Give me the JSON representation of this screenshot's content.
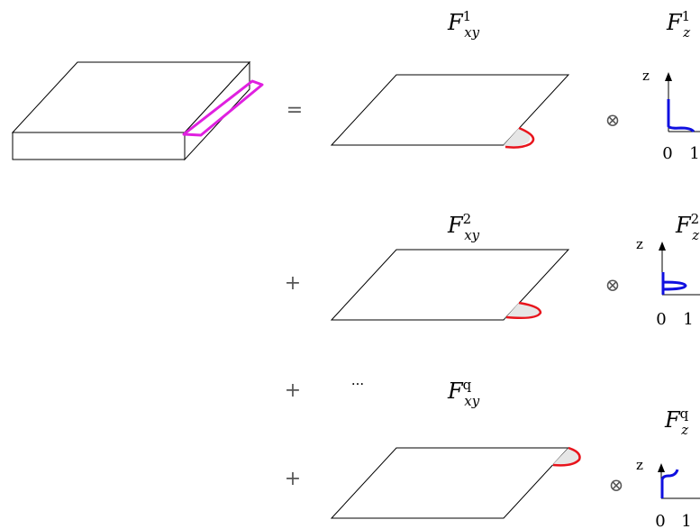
{
  "operators": {
    "equals": "=",
    "plus": "+",
    "ellipsis": "···",
    "tensor": "⊗"
  },
  "terms": [
    {
      "fxy": {
        "base": "F",
        "sup": "1",
        "sub": "xy"
      },
      "fz": {
        "base": "F",
        "sup": "1",
        "sub": "z"
      },
      "axis_label": "z",
      "tick_0": "0",
      "tick_1": "1"
    },
    {
      "fxy": {
        "base": "F",
        "sup": "2",
        "sub": "xy"
      },
      "fz": {
        "base": "F",
        "sup": "2",
        "sub": "z"
      },
      "axis_label": "z",
      "tick_0": "0",
      "tick_1": "1"
    },
    {
      "fxy": {
        "base": "F",
        "sup": "q",
        "sub": "xy"
      },
      "fz": {
        "base": "F",
        "sup": "q",
        "sub": "z"
      },
      "axis_label": "z",
      "tick_0": "0",
      "tick_1": "1"
    }
  ],
  "colors": {
    "edge_curve": "#e8141c",
    "profile_curve": "#1010e0",
    "crack_highlight": "#e020e0",
    "shade": "#e6e6e6"
  }
}
